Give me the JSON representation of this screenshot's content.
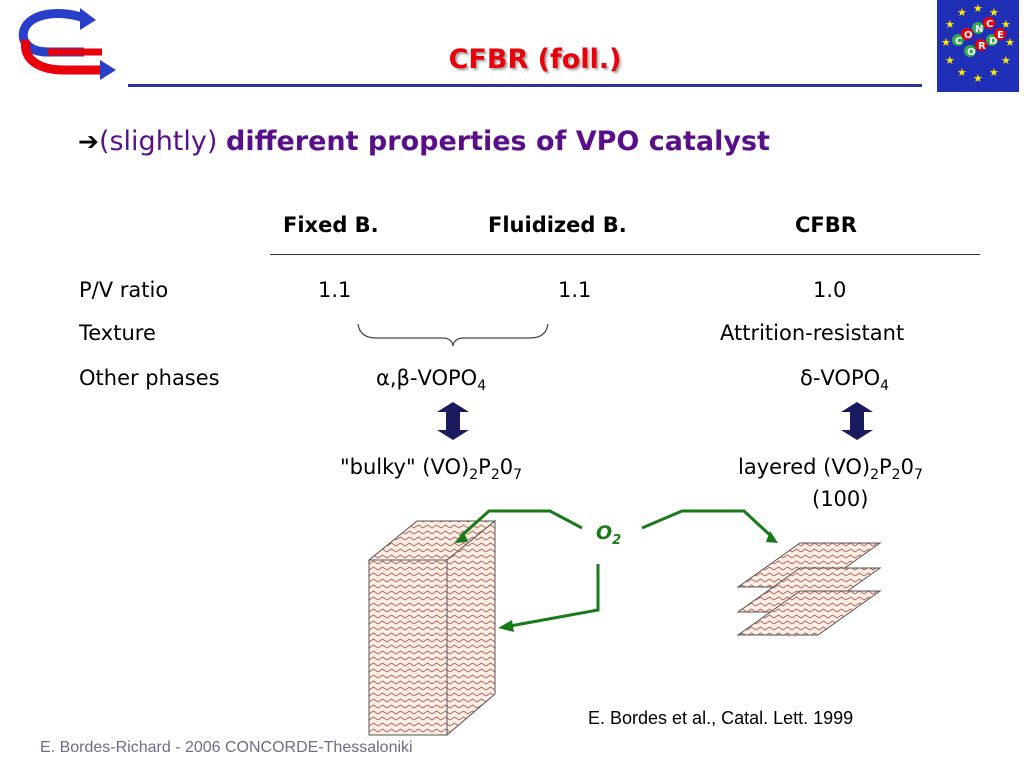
{
  "header": {
    "title": "CFBR (foll.)",
    "logo_left": "conference-logo",
    "logo_right": "concorde-eu-logo",
    "logo_right_letters": [
      "C",
      "O",
      "N",
      "C",
      "O",
      "R",
      "D",
      "E"
    ],
    "accent_color": "#e8000b",
    "rule_color": "#2f2f9e"
  },
  "bullet": {
    "prefix": "(slightly)",
    "strong": "different properties of VPO catalyst",
    "color": "#5a0f8a"
  },
  "table": {
    "columns": [
      "Fixed B.",
      "Fluidized B.",
      "CFBR"
    ],
    "rows": [
      {
        "label": "P/V ratio",
        "values": [
          "1.1",
          "1.1",
          "1.0"
        ]
      },
      {
        "label": "Texture",
        "values": [
          "",
          "",
          "Attrition-resistant"
        ]
      },
      {
        "label": "Other phases",
        "values": [
          "α,β-VOPO",
          "",
          "δ-VOPO"
        ],
        "subscripts": [
          "4",
          "",
          "4"
        ]
      }
    ]
  },
  "structures": {
    "bulky": {
      "text_a": "\"bulky\" (VO)",
      "sub1": "2",
      "text_b": "P",
      "sub2": "2",
      "text_c": "0",
      "sub3": "7"
    },
    "layered": {
      "text_a": "layered (VO)",
      "sub1": "2",
      "text_b": "P",
      "sub2": "2",
      "text_c": "0",
      "sub3": "7",
      "plane": "(100)"
    },
    "oxygen": {
      "text": "O",
      "sub": "2",
      "color": "#1a7a1a"
    },
    "arrow_color": "#1a1a5e"
  },
  "reference": "E. Bordes et al., Catal. Lett. 1999",
  "footer": "E. Bordes-Richard - 2006 CONCORDE-Thessaloniki"
}
